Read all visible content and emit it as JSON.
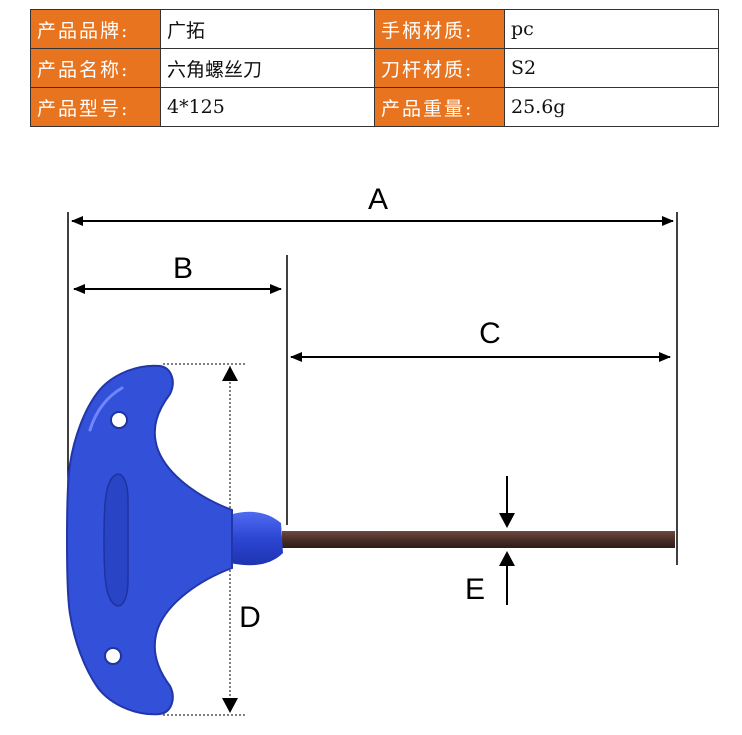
{
  "colors": {
    "label_bg": "#e8741f",
    "label_text": "#ffffff",
    "handle_blue": "#3350d8",
    "shaft_brown": "#5a3a32"
  },
  "spec_table": {
    "rows": [
      {
        "label1": "产品品牌:",
        "value1": "广拓",
        "label2": "手柄材质:",
        "value2": "pc"
      },
      {
        "label1": "产品名称:",
        "value1": "六角螺丝刀",
        "label2": "刀杆材质:",
        "value2": "S2"
      },
      {
        "label1": "产品型号:",
        "value1": "4*125",
        "label2": "产品重量:",
        "value2": "25.6g"
      }
    ]
  },
  "dimensions": {
    "a": "A",
    "b": "B",
    "c": "C",
    "d": "D",
    "e": "E"
  },
  "icons": [
    "t-handle-hex-key",
    "dimension-arrow"
  ]
}
